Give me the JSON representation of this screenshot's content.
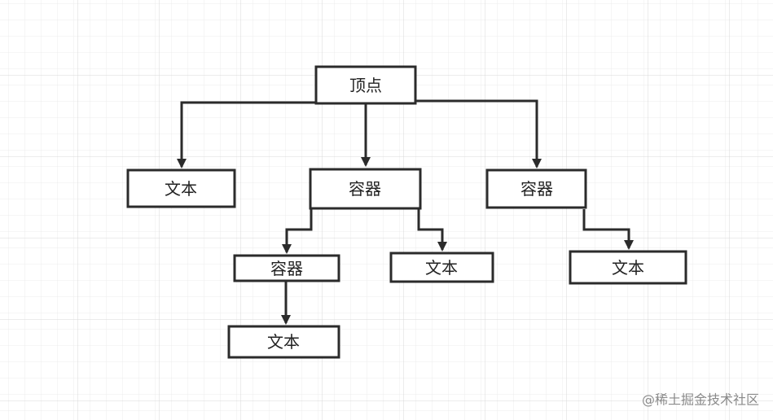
{
  "colors": {
    "background": "#ffffff",
    "grid_minor": "#ececec",
    "grid_major": "#d8d8d8",
    "stroke": "#2b2b2b",
    "watermark": "#8a8a8a"
  },
  "nodes": {
    "root": "顶点",
    "left_text": "文本",
    "mid_container": "容器",
    "right_container": "容器",
    "mid_child_container": "容器",
    "mid_child_text": "文本",
    "right_child_text": "文本",
    "leaf_text": "文本"
  },
  "watermark": "@稀土掘金技术社区"
}
